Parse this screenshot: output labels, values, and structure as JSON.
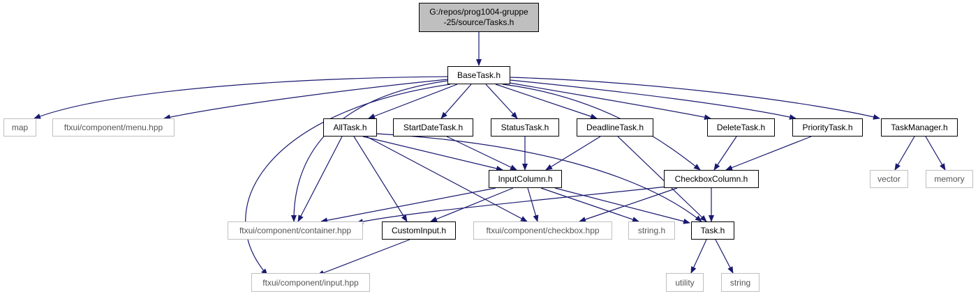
{
  "colors": {
    "edge": "#191970",
    "box_border": "#000000",
    "external_border": "#bfbfbf",
    "root_fill": "#bfbfbf"
  },
  "nodes": {
    "root": {
      "line1": "G:/repos/prog1004-gruppe",
      "line2": "-25/source/Tasks.h"
    },
    "basetask": "BaseTask.h",
    "map": "map",
    "menu": "ftxui/component/menu.hpp",
    "alltask": "AllTask.h",
    "startdate": "StartDateTask.h",
    "status": "StatusTask.h",
    "deadline": "DeadlineTask.h",
    "delete": "DeleteTask.h",
    "priority": "PriorityTask.h",
    "taskmanager": "TaskManager.h",
    "inputcolumn": "InputColumn.h",
    "checkboxcolumn": "CheckboxColumn.h",
    "vector": "vector",
    "memory": "memory",
    "container": "ftxui/component/container.hpp",
    "custominput": "CustomInput.h",
    "checkbox": "ftxui/component/checkbox.hpp",
    "string_h": "string.h",
    "task": "Task.h",
    "input": "ftxui/component/input.hpp",
    "utility": "utility",
    "string": "string"
  }
}
